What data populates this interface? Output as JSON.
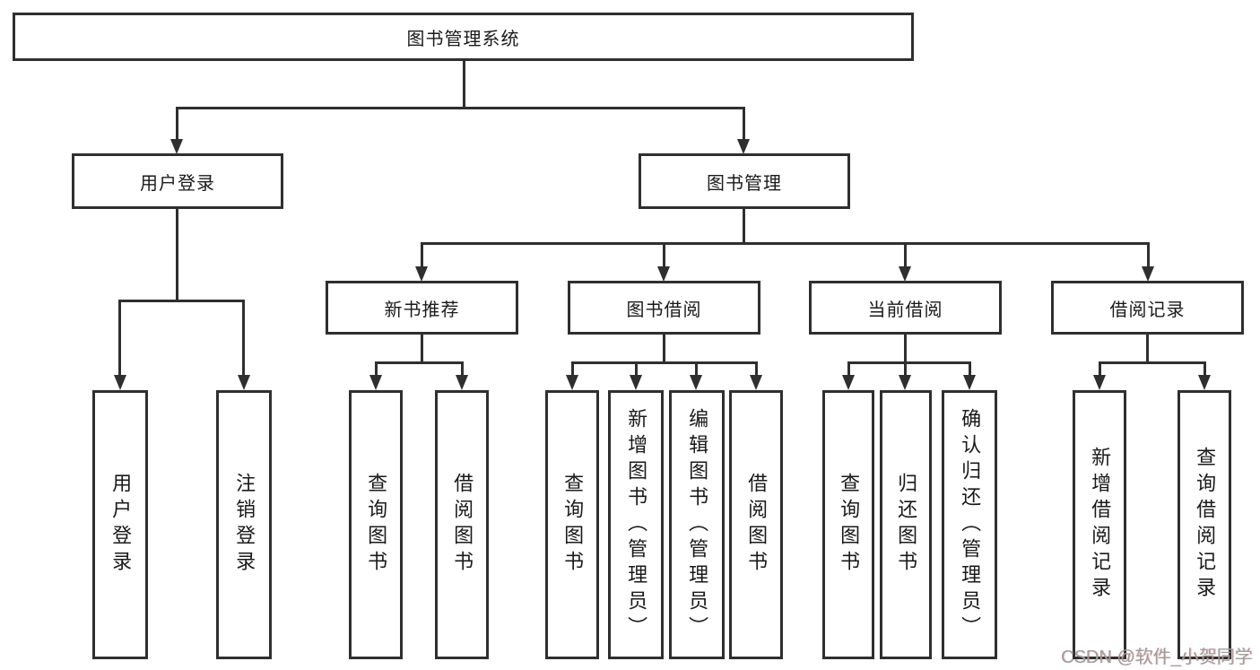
{
  "diagram": {
    "root": {
      "label": "图书管理系统",
      "children": [
        {
          "label": "用户登录",
          "children": [
            {
              "label": "用户登录"
            },
            {
              "label": "注销登录"
            }
          ]
        },
        {
          "label": "图书管理",
          "children": [
            {
              "label": "新书推荐",
              "children": [
                {
                  "label": "查询图书"
                },
                {
                  "label": "借阅图书"
                }
              ]
            },
            {
              "label": "图书借阅",
              "children": [
                {
                  "label": "查询图书"
                },
                {
                  "label": "新增图书（管理员）"
                },
                {
                  "label": "编辑图书（管理员）"
                },
                {
                  "label": "借阅图书"
                }
              ]
            },
            {
              "label": "当前借阅",
              "children": [
                {
                  "label": "查询图书"
                },
                {
                  "label": "归还图书"
                },
                {
                  "label": "确认归还（管理员）"
                }
              ]
            },
            {
              "label": "借阅记录",
              "children": [
                {
                  "label": "新增借阅记录"
                },
                {
                  "label": "查询借阅记录"
                }
              ]
            }
          ]
        }
      ]
    }
  },
  "watermark": {
    "text": "CSDN @软件_小贺同学"
  },
  "colors": {
    "line": "#2f2f2f",
    "text": "#1a1a1a",
    "background": "#ffffff",
    "watermark": "#9f9f9f"
  }
}
